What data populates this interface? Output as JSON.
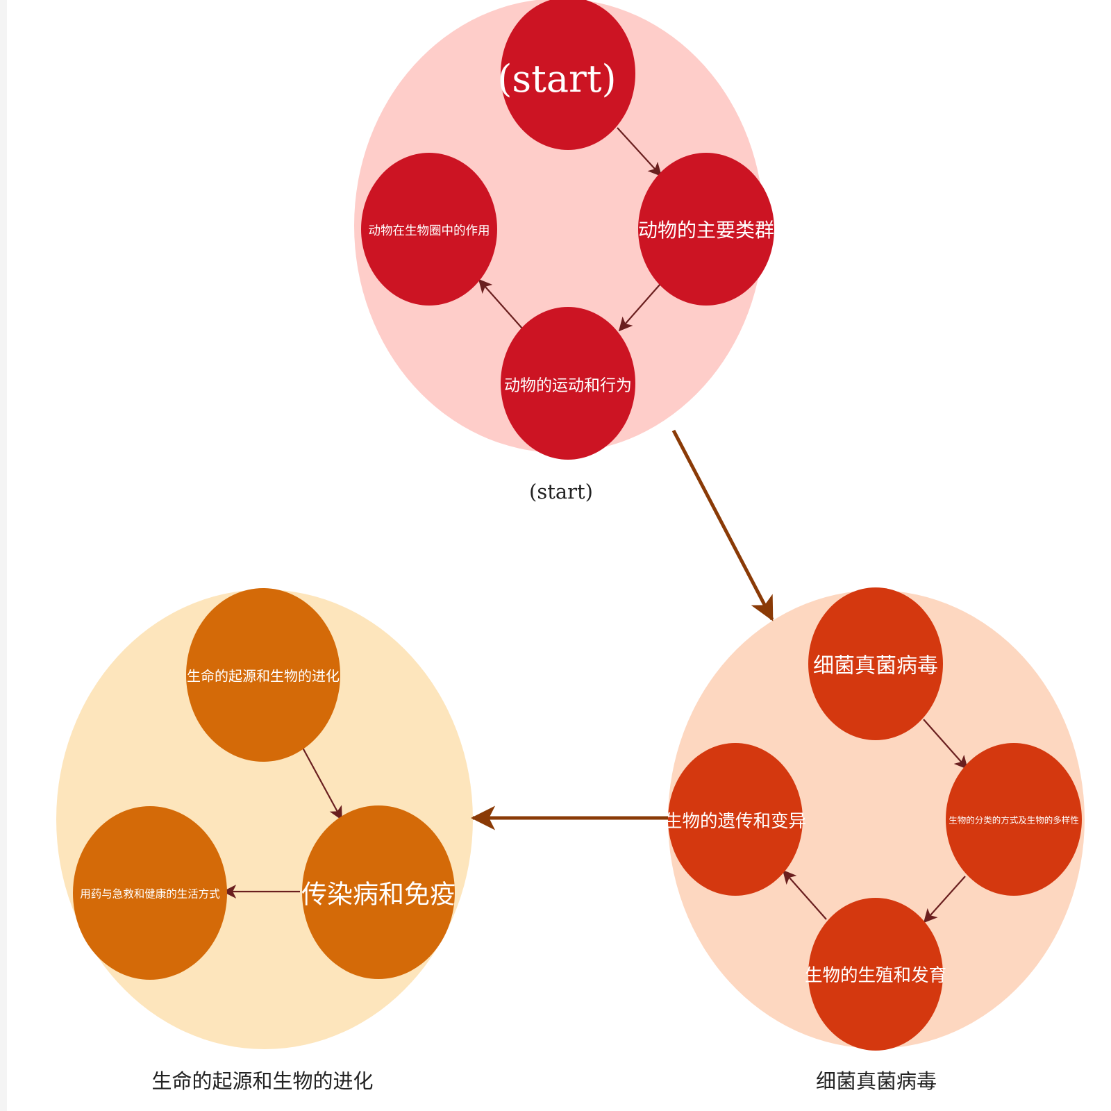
{
  "colors": {
    "arrow_main": "#8a3a06",
    "arrow_inner": "#6a1f1f",
    "caption": "#222222"
  },
  "clusters": [
    {
      "id": "animals",
      "caption": "(start)",
      "bg_color": "#fecdc9",
      "node_color": "#cc1423",
      "nodes": [
        {
          "id": "start",
          "label": "(start)"
        },
        {
          "id": "main-groups",
          "label": "动物的主要类群"
        },
        {
          "id": "movement",
          "label": "动物的运动和行为"
        },
        {
          "id": "role",
          "label": "动物在生物圈中的作用"
        }
      ]
    },
    {
      "id": "microbes",
      "caption": "细菌真菌病毒",
      "bg_color": "#fdd7c0",
      "node_color": "#d4380f",
      "nodes": [
        {
          "id": "bacteria",
          "label": "细菌真菌病毒"
        },
        {
          "id": "classification",
          "label": "生物的分类的方式及生物的多样性"
        },
        {
          "id": "reproduction",
          "label": "生物的生殖和发育"
        },
        {
          "id": "heredity",
          "label": "生物的遗传和变异"
        }
      ]
    },
    {
      "id": "evolution",
      "caption": "生命的起源和生物的进化",
      "bg_color": "#fde5bc",
      "node_color": "#d46a08",
      "nodes": [
        {
          "id": "origin",
          "label": "生命的起源和生物的进化"
        },
        {
          "id": "disease",
          "label": "传染病和免疫"
        },
        {
          "id": "health",
          "label": "用药与急救和健康的生活方式"
        }
      ]
    }
  ]
}
